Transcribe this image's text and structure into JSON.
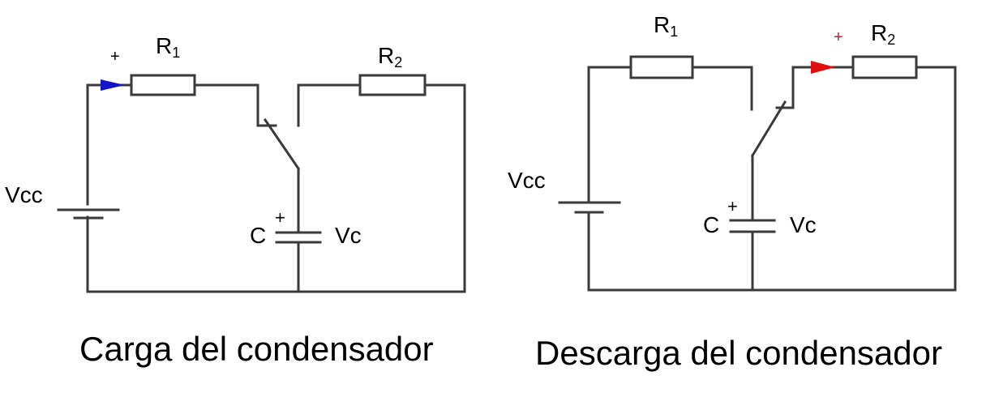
{
  "colors": {
    "wire": "#3a3a3a",
    "charge_arrow": "#1414c8",
    "discharge_arrow": "#e01010",
    "discharge_plus": "#c81e1e"
  },
  "diagrams": [
    {
      "id": "charge",
      "caption": "Carga del condensador",
      "source_label": "Vcc",
      "capacitor_label": "C",
      "capacitor_polarity": "+",
      "voltage_label": "Vc",
      "r1": {
        "letter": "R",
        "sub": "1"
      },
      "r2": {
        "letter": "R",
        "sub": "2"
      },
      "current_plus": "+",
      "switch_position": "R1",
      "current_arrow_color": "blue"
    },
    {
      "id": "discharge",
      "caption": "Descarga del condensador",
      "source_label": "Vcc",
      "capacitor_label": "C",
      "capacitor_polarity": "+",
      "voltage_label": "Vc",
      "r1": {
        "letter": "R",
        "sub": "1"
      },
      "r2": {
        "letter": "R",
        "sub": "2"
      },
      "current_plus": "+",
      "switch_position": "R2",
      "current_arrow_color": "red"
    }
  ]
}
